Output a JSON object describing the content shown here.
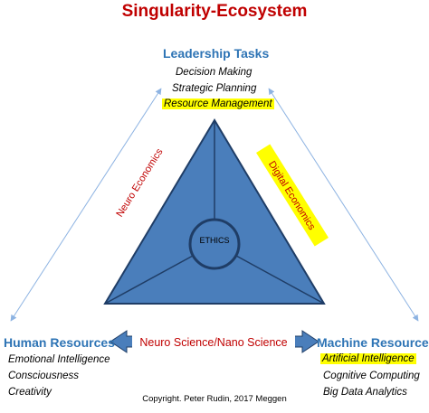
{
  "title": "Singularity-Ecosystem",
  "top_node": {
    "heading": "Leadership Tasks",
    "items": [
      "Decision Making",
      "Strategic Planning",
      "Resource Management"
    ]
  },
  "left_node": {
    "heading": "Human Resources",
    "items": [
      "Emotional Intelligence",
      "Consciousness",
      "Creativity"
    ]
  },
  "right_node": {
    "heading": "Machine Resources",
    "items": [
      "Artificial Intelligence",
      "Cognitive Computing",
      "Big Data Analytics"
    ]
  },
  "center_label": "ETHICS",
  "left_side_label": "Neuro Economics",
  "right_side_label": "Digital Economics",
  "bottom_link_label": "Neuro Science/Nano Science",
  "copyright": "Copyright.  Peter Rudin, 2017  Meggen",
  "colors": {
    "title": "#c00000",
    "heading": "#2e74b5",
    "triangle_fill": "#4a7ebb",
    "triangle_stroke": "#1f3d66",
    "highlight": "#ffff00",
    "arrow": "#4a7ebb",
    "connector": "#8db3e2"
  }
}
